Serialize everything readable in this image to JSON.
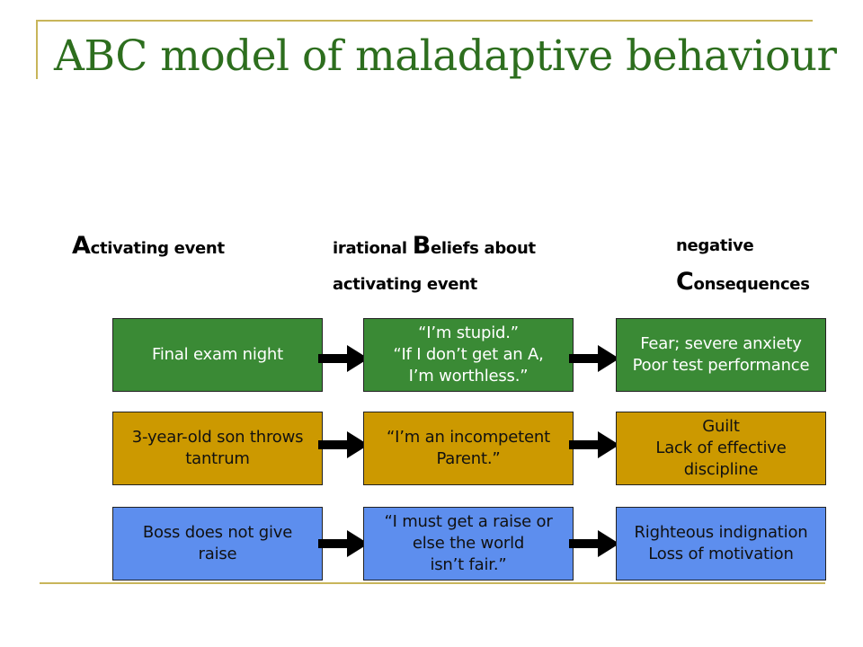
{
  "title": "ABC model of maladaptive behaviour",
  "colors": {
    "title": "#2d6e1e",
    "rule": "#c8b55a",
    "green": "#3a8a35",
    "gold": "#cc9900",
    "blue": "#5d8eee",
    "text_dark": "#111111"
  },
  "headers": {
    "a": {
      "initial": "A",
      "rest": "ctivating event"
    },
    "b": {
      "line1_pre": "irational ",
      "initial": "B",
      "line1_post": "eliefs about",
      "line2": "activating event"
    },
    "c": {
      "line1": "negative",
      "initial": "C",
      "line2_rest": "onsequences"
    }
  },
  "rows": [
    {
      "activating": "Final exam night",
      "belief": "“I’m stupid.”\n“If I don’t get an A,\nI’m worthless.”",
      "consequence": "Fear; severe anxiety\nPoor test performance"
    },
    {
      "activating": "3-year-old son throws\ntantrum",
      "belief": "“I’m an incompetent\nParent.”",
      "consequence": "Guilt\nLack of effective\ndiscipline"
    },
    {
      "activating": "Boss does not give\nraise",
      "belief": "“I must get a raise or\nelse the world\nisn’t fair.”",
      "consequence": "Righteous indignation\nLoss of motivation"
    }
  ]
}
